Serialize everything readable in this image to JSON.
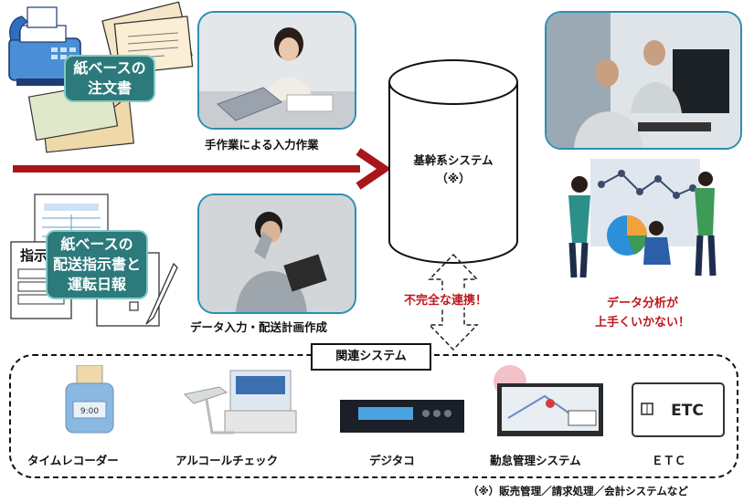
{
  "top_caption": "手作業による入力作業",
  "bottom_caption": "データ入力・配送計画作成",
  "order_label": [
    "紙ベースの",
    "注文書"
  ],
  "dispatch_label": [
    "紙ベースの",
    "配送指示書と",
    "運転日報"
  ],
  "form_text": "指示",
  "core_system": {
    "line1": "基幹系システム",
    "line2": "（※）"
  },
  "link_warning": "不完全な連携！",
  "analysis_warning": [
    "データ分析が",
    "上手くいかない！"
  ],
  "related_title": "関連システム",
  "systems": [
    "タイムレコーダー",
    "アルコールチェック",
    "デジタコ",
    "勤怠管理システム",
    "ＥＴＣ"
  ],
  "etc_card_text": "ETC",
  "clock_display": "9:00",
  "footnote": "（※）販売管理／請求処理／会計システムなど",
  "colors": {
    "arrow": "#a8161c",
    "accent_red": "#c0161d",
    "teal": "#2c7a7b",
    "photo_border": "#2b8fb3"
  }
}
